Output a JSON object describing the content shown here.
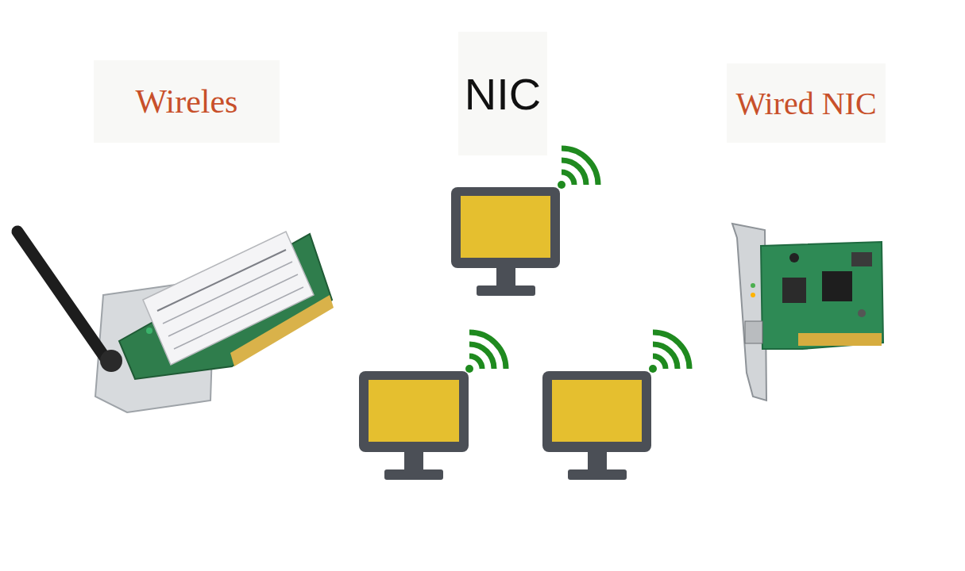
{
  "diagram": {
    "title": "NIC",
    "labels": [
      "Wireles",
      "Wired NIC"
    ]
  }
}
